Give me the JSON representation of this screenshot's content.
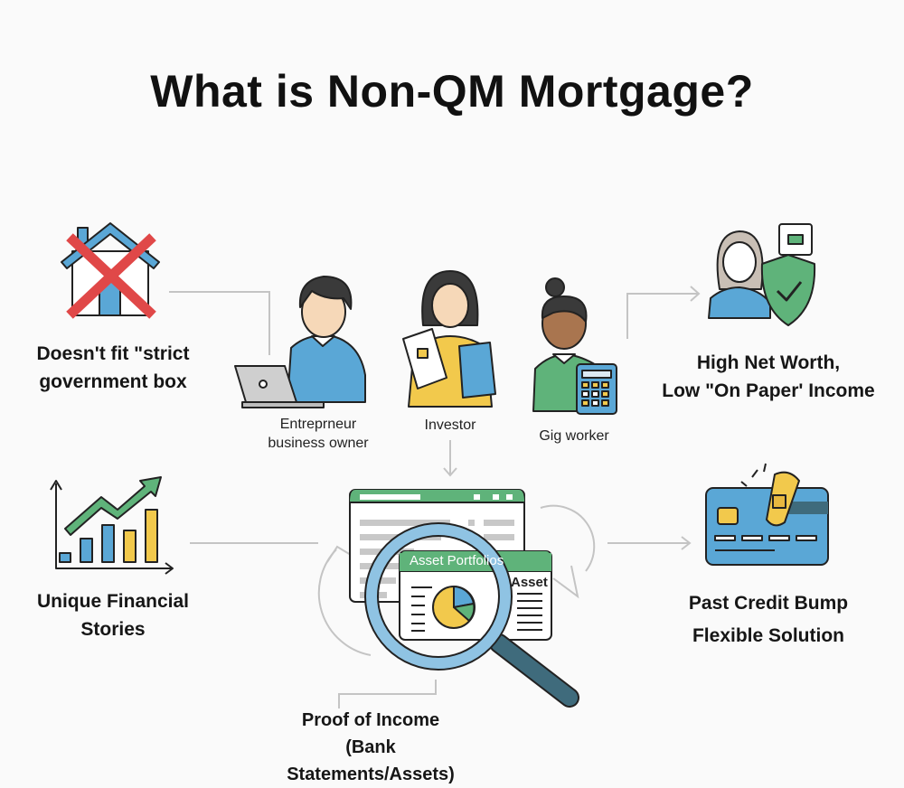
{
  "title": "What is Non-QM Mortgage?",
  "nodes": {
    "government_box": {
      "line1": "Doesn't fit \"strict",
      "line2": "government box",
      "icon": "house-crossed-icon"
    },
    "high_net_worth": {
      "line1": "High Net Worth,",
      "line2": "Low \"On Paper' Income",
      "icon": "person-shield-icon"
    },
    "unique_stories": {
      "line1": "Unique Financial",
      "line2": "Stories",
      "icon": "bar-chart-growth-icon"
    },
    "past_credit": {
      "line1": "Past Credit Bump",
      "line2": "Flexible Solution",
      "icon": "bandaged-credit-card-icon"
    },
    "proof_of_income": {
      "line1": "Proof of Income",
      "line2": "(Bank Statements/Assets)",
      "icon": "magnified-documents-icon"
    }
  },
  "people": [
    {
      "line1": "Entreprneur",
      "line2": "business owner",
      "icon": "entrepreneur-laptop-icon"
    },
    {
      "line1": "Investor",
      "icon": "investor-documents-icon"
    },
    {
      "line1": "Gig worker",
      "icon": "gig-worker-calculator-icon"
    }
  ],
  "center_doc": {
    "panel_title": "Asset Portfolios",
    "panel_subtitle": "Asset"
  },
  "colors": {
    "blue": "#5aa7d6",
    "green": "#5fb37a",
    "yellow": "#f2c94c",
    "red": "#e04848",
    "line": "#bdbdbd",
    "dark_teal": "#3f6b7c"
  }
}
